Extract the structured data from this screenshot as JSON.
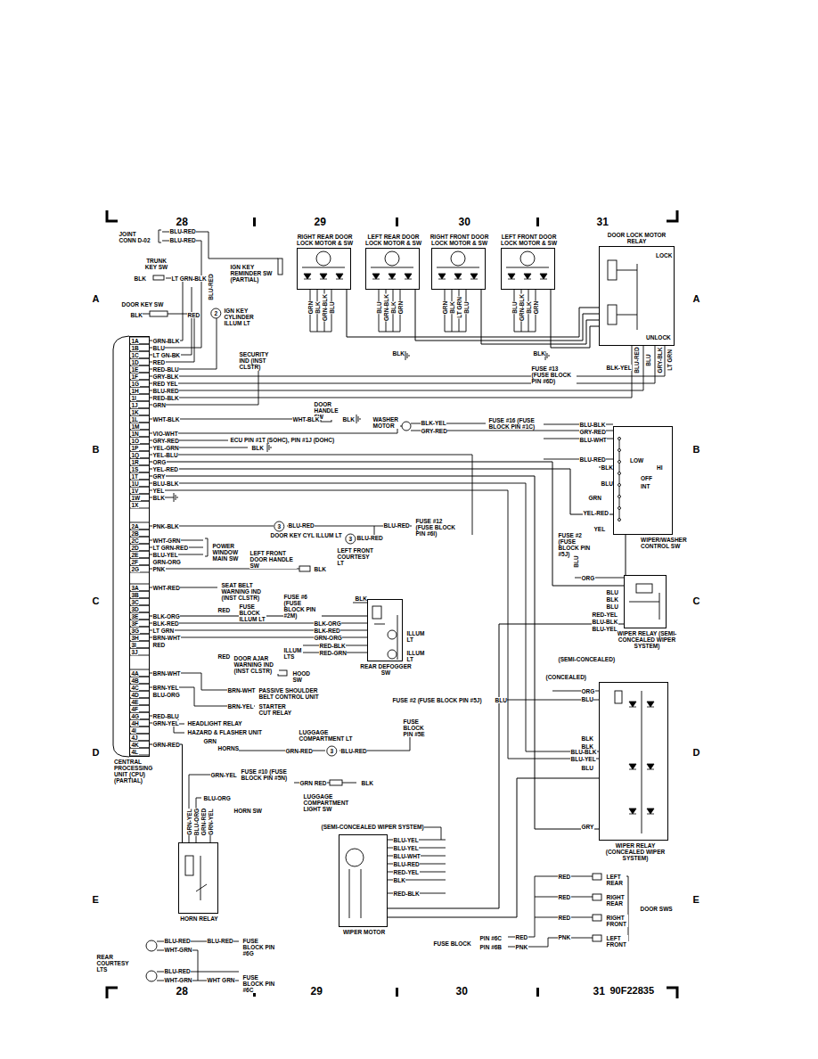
{
  "diagram": {
    "nodes": [
      {
        "text": [
          "CENTRAL PROCESSING UNIT (CPU) (PARTIAL)"
        ]
      },
      {
        "text": [
          "RIGHT REAR DOOR LOCK MOTOR & SW"
        ]
      },
      {
        "text": [
          "LEFT REAR DOOR LOCK MOTOR & SW"
        ]
      },
      {
        "text": [
          "RIGHT FRONT DOOR LOCK MOTOR & SW"
        ]
      },
      {
        "text": [
          "LEFT FRONT DOOR LOCK MOTOR & SW"
        ]
      },
      {
        "text": [
          "DOOR LOCK MOTOR RELAY",
          "LOCK",
          "UNLOCK"
        ]
      },
      {
        "text": [
          "WIPER/WASHER CONTROL SW",
          "LOW",
          "HI",
          "OFF",
          "INT"
        ]
      },
      {
        "text": [
          "WIPER RELAY (SEMI-CONCEALED WIPER SYSTEM)"
        ]
      },
      {
        "text": [
          "REAR DEFOGGER SW"
        ]
      },
      {
        "text": [
          "WIPER RELAY (CONCEALED WIPER SYSTEM)"
        ]
      },
      {
        "text": [
          "WIPER MOTOR"
        ]
      },
      {
        "text": [
          "HORN RELAY"
        ]
      }
    ],
    "edges": [
      {
        "from": 1,
        "to": 5,
        "arrow": "none"
      },
      {
        "from": 2,
        "to": 5,
        "arrow": "none"
      },
      {
        "from": 3,
        "to": 5,
        "arrow": "none"
      },
      {
        "from": 4,
        "to": 5,
        "arrow": "none"
      },
      {
        "from": 0,
        "to": 6,
        "arrow": "none"
      },
      {
        "from": 0,
        "to": 7,
        "arrow": "none"
      },
      {
        "from": 0,
        "to": 9,
        "arrow": "none"
      },
      {
        "from": 6,
        "to": 7,
        "arrow": "none"
      },
      {
        "from": 7,
        "to": 10,
        "arrow": "none"
      },
      {
        "from": 9,
        "to": 10,
        "arrow": "none"
      },
      {
        "from": 0,
        "to": 11,
        "arrow": "none"
      },
      {
        "from": 0,
        "to": 8,
        "arrow": "none"
      }
    ],
    "labels": [
      "1A",
      "1B",
      "1C",
      "1D",
      "1E",
      "1F",
      "1G",
      "1H",
      "1I",
      "1J",
      "1K",
      "1L",
      "1M",
      "1N",
      "1O",
      "1P",
      "1Q",
      "1R",
      "1S",
      "1T",
      "1U",
      "1V",
      "1W",
      "1X",
      "2A",
      "2B",
      "2C",
      "2D",
      "2E",
      "2F",
      "2G",
      "3A",
      "3B",
      "3C",
      "3D",
      "3E",
      "3F",
      "3G",
      "3H",
      "3I",
      "3J",
      "4A",
      "4B",
      "4C",
      "4D",
      "4E",
      "4F",
      "4G",
      "4H",
      "4I",
      "4J",
      "4K",
      "4L",
      "GRN-BLK",
      "BLU",
      "LT GN-BK",
      "RED",
      "RED-BLU",
      "GRY-BLK",
      "RED YEL",
      "BLU-RED",
      "RED-BLK",
      "GRN",
      "WHT-BLK",
      "VIO-WHT",
      "GRY-RED",
      "YEL-GRN",
      "YEL-BLU",
      "ORG",
      "YEL-RED",
      "GRY",
      "BLU-BLK",
      "YEL",
      "BLK",
      "PNK-BLK",
      "WHT-GRN",
      "LT GRN-RED",
      "BLU-YEL",
      "GRN-ORG",
      "PNK",
      "WHT-RED",
      "BLK-ORG",
      "BLK-RED",
      "LT GRN",
      "BRN-WHT",
      "RED",
      "BRN-WHT",
      "BRN-YEL",
      "BLU-ORG",
      "RED-BLU",
      "GRN-YEL",
      "GRN-RED",
      "28",
      "29",
      "30",
      "31",
      "28",
      "29",
      "30",
      "31",
      "90F22835",
      "A",
      "A",
      "B",
      "B",
      "C",
      "C",
      "D",
      "D",
      "E",
      "E",
      "JOINT CONN D-02",
      "BLU-RED",
      "BLU-RED",
      "TRUNK KEY SW",
      "BLK",
      "LT GRN-BLK",
      "IGN KEY REMINDER SW (PARTIAL)",
      "BLU-RED",
      "DOOR KEY SW",
      "BLK",
      "RED",
      "2",
      "IGN KEY CYLINDER ILLUM LT",
      "SECURITY IND (INST CLSTR)",
      "GRN",
      "BLK",
      "GRN-BLK",
      "BLU",
      "BLU",
      "GRN-BLK",
      "BLK",
      "GRN",
      "GRN",
      "BLK",
      "LT GRN",
      "BLU",
      "BLU",
      "GRN-BLK",
      "BLK",
      "GRN",
      "BLK",
      "BLK",
      "BLU-RED",
      "BLU",
      "GRY-BLK",
      "LT GRN",
      "BLK-YEL",
      "FUSE #13 (FUSE BLOCK PIN #6D)",
      "DOOR HANDLE SW",
      "WHT-BLK",
      "BLK",
      "WASHER MOTOR",
      "BLK-YEL",
      "GRY-RED",
      "FUSE #16 (FUSE BLOCK PIN #1C)",
      "ECU PIN #1T (SOHC), PIN #1J (DOHC)",
      "BLK",
      "BLU-BLK",
      "GRY-RED",
      "BLU-WHT",
      "BLU-RED",
      "BLK",
      "BLU",
      "GRN",
      "YEL-RED",
      "YEL",
      "3",
      "BLU-RED",
      "BLU-RED",
      "FUSE #12 (FUSE BLOCK PIN #6I)",
      "DOOR KEY CYL ILLUM LT",
      "3",
      "BLU-RED",
      "LEFT FRONT COURTESY LT",
      "POWER WINDOW MAIN SW",
      "LEFT FRONT DOOR HANDLE SW",
      "BLK",
      "SEAT BELT WARNING IND (INST CLSTR)",
      "RED",
      "FUSE BLOCK ILLUM LT",
      "FUSE #6 (FUSE BLOCK PIN #2M)",
      "BLK",
      "BLK-ORG",
      "BLK-RED",
      "GRN-ORG",
      "RED-BLK",
      "RED-GRN",
      "ILLUM LT",
      "ILLUM LT",
      "ILLUM LTS",
      "RED",
      "DOOR AJAR WARNING IND (INST CLSTR)",
      "HOOD SW",
      "BRN-WHT",
      "PASSIVE SHOULDER BELT CONTROL UNIT",
      "BRN-YEL",
      "STARTER CUT RELAY",
      "HEADLIGHT RELAY",
      "HAZARD & FLASHER UNIT",
      "GRN",
      "HORNS",
      "FUSE BLOCK PIN #5E",
      "LUGGAGE COMPARTMENT LT",
      "GRN-RED",
      "3",
      "BLU-RED",
      "GRN-YEL",
      "FUSE #10 (FUSE BLOCK PIN #5N)",
      "BLU-ORG",
      "HORN SW",
      "GRN RED",
      "BLK",
      "LUGGAGE COMPARTMENT LIGHT SW",
      "GRN-YEL",
      "BLU-ORG",
      "GRN-RED",
      "GRN-YEL",
      "(SEMI-CONCEALED WIPER SYSTEM)",
      "BLU-YEL",
      "BLU-YEL",
      "BLU-WHT",
      "BLU-RED",
      "RED-YEL",
      "BLK",
      "RED-BLK",
      "FUSE #2 (FUSE BLOCK PIN #5J)",
      "BLU",
      "ORG",
      "BLU",
      "BLK",
      "BLU",
      "RED-YEL",
      "BLU-BLK",
      "BLU-YEL",
      "(SEMI-CONCEALED)",
      "(CONCEALED)",
      "FUSE #2 (FUSE BLOCK PIN #5J)",
      "BLU",
      "ORG",
      "BLU",
      "BLK",
      "BLK",
      "BLU-BLK",
      "BLU-YEL",
      "BLU",
      "GRY",
      "RED",
      "RED",
      "RED",
      "PNK",
      "LEFT REAR",
      "RIGHT REAR",
      "RIGHT FRONT",
      "LEFT FRONT",
      "DOOR SWS",
      "FUSE BLOCK",
      "PIN #6C",
      "PIN #6B",
      "RED",
      "PNK",
      "BLU-RED",
      "WHT-GRN",
      "BLU-RED",
      "FUSE BLOCK PIN #6G",
      "REAR COURTESY LTS",
      "BLU-RED",
      "WHT-GRN",
      "WHT GRN",
      "FUSE BLOCK PIN #6C"
    ]
  }
}
